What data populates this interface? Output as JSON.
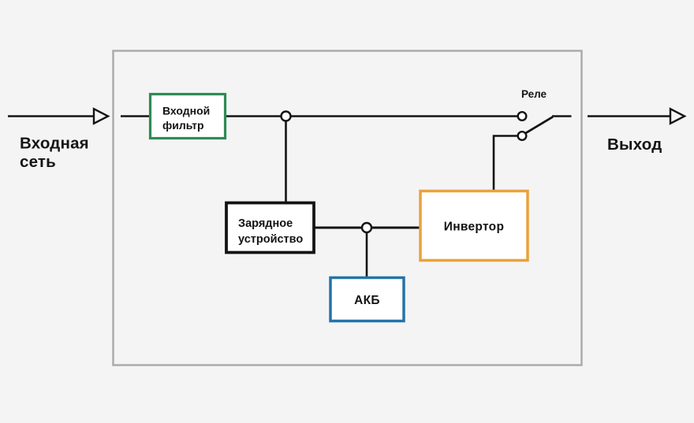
{
  "diagram": {
    "type": "ups-block-diagram",
    "labels": {
      "input_line1": "Входная",
      "input_line2": "сеть",
      "output": "Выход",
      "relay": "Реле"
    },
    "blocks": {
      "input_filter": {
        "line1": "Входной",
        "line2": "фильтр"
      },
      "charger": {
        "line1": "Зарядное",
        "line2": "устройство"
      },
      "battery": {
        "label": "АКБ"
      },
      "inverter": {
        "label": "Инвертор"
      }
    },
    "colors": {
      "background": "#f4f4f5",
      "enclosure_border": "#a9a9a9",
      "wire": "#141414",
      "box_fill": "#ffffff",
      "filter_green": "#2f8a55",
      "charger_black": "#141414",
      "battery_blue": "#2374a8",
      "inverter_orange": "#e9a23b",
      "inverter_text": "#eca84c"
    }
  }
}
